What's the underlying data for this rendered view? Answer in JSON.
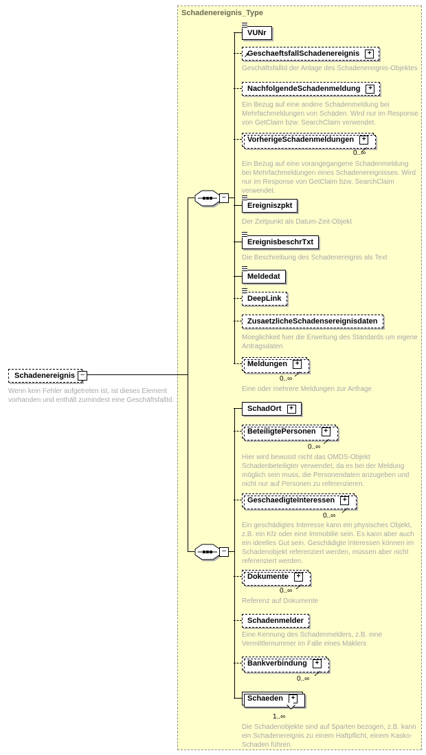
{
  "panel": {
    "title": "Schadenereignis_Type"
  },
  "icons": {
    "expand_glyph": "+",
    "collapse_glyph": "−",
    "ref_arrow": "↗"
  },
  "colors": {
    "panel_bg": "#ffffcc",
    "panel_border": "#8c8c8c",
    "panel_title": "#6b6b54",
    "box_border": "#000000",
    "box_bg": "#ffffff",
    "shadow": "#b4b4b4",
    "annotation_text": "#a8a8a8"
  },
  "root": {
    "name": "Schadenereignis",
    "annotation": "Wenn kein Fehler aufgetreten ist, ist dieses Element vorhanden und enthält zumindest eine GeschäftsfallId."
  },
  "elements": [
    {
      "name": "VUNr"
    },
    {
      "name": "GeschaeftsfallSchadenereignis",
      "annotation": "GeschäftsfallId der Anlage des Schadenereignis-Objektes"
    },
    {
      "name": "NachfolgendeSchadenmeldung",
      "annotation": "Ein Bezug auf eine andere Schadenmeldung bei Mehrfachmeldungen von Schäden. Wird nur im Response von GetClaim bzw. SearchClaim verwendet."
    },
    {
      "name": "VorherigeSchadenmeldungen",
      "occurs": "0..∞",
      "annotation": "Ein Bezug auf eine vorangegangene Schadenmeldung bei Mehrfachmeldungen eines Schadenereignisses. Wird nur im Response von GetClaim bzw. SearchClaim verwendet."
    },
    {
      "name": "Ereigniszpkt",
      "annotation": "Der Zeitpunkt als Datum-Zeit-Objekt"
    },
    {
      "name": "EreignisbeschrTxt",
      "annotation": "Die Beschreibung des Schadenereignis als Text"
    },
    {
      "name": "Meldedat"
    },
    {
      "name": "DeepLink"
    },
    {
      "name": "ZusaetzlicheSchadensereignisdaten",
      "annotation": "Moeglichkeit fuer die Erweitung des Standards um eigene Antragsdaten"
    },
    {
      "name": "Meldungen",
      "occurs": "0..∞",
      "annotation": "Eine oder mehrere Meldungen zur Anfrage"
    },
    {
      "name": "SchadOrt"
    },
    {
      "name": "BeteiligtePersonen",
      "occurs": "0..∞",
      "annotation": "Hier wird bewusst nicht das OMDS-Objekt Schadenbeteiligter verwendet, da es bei der Meldung möglich sein muss, die Personendaten anzugeben und nicht nur auf Personen zu referenzieren."
    },
    {
      "name": "GeschaedigteInteressen",
      "occurs": "0..∞",
      "annotation": "Ein geschädigtes Interesse kann ein physisches Objekt, z.B. ein Kfz oder eine Immobilie sein. Es kann aber auch ein ideelles Gut sein. Geschädigte Interessen können im Schadenobjekt referenziert werden, müssen aber nicht referenziert werden."
    },
    {
      "name": "Dokumente",
      "occurs": "0..∞",
      "annotation": "Referenz auf Dokumente"
    },
    {
      "name": "Schadenmelder",
      "annotation": "Eine Kennung des Schadenmelders, z.B. eine Vermittlernummer im Falle eines Maklers"
    },
    {
      "name": "Bankverbindung",
      "occurs": "0..∞"
    },
    {
      "name": "Schaeden",
      "occurs": "1..∞",
      "annotation": "Die Schadenobjekte sind auf Sparten bezogen, z.B. kann ein Schadenereignis zu einem Haftpflicht, einem Kasko-Schaden führen."
    }
  ]
}
